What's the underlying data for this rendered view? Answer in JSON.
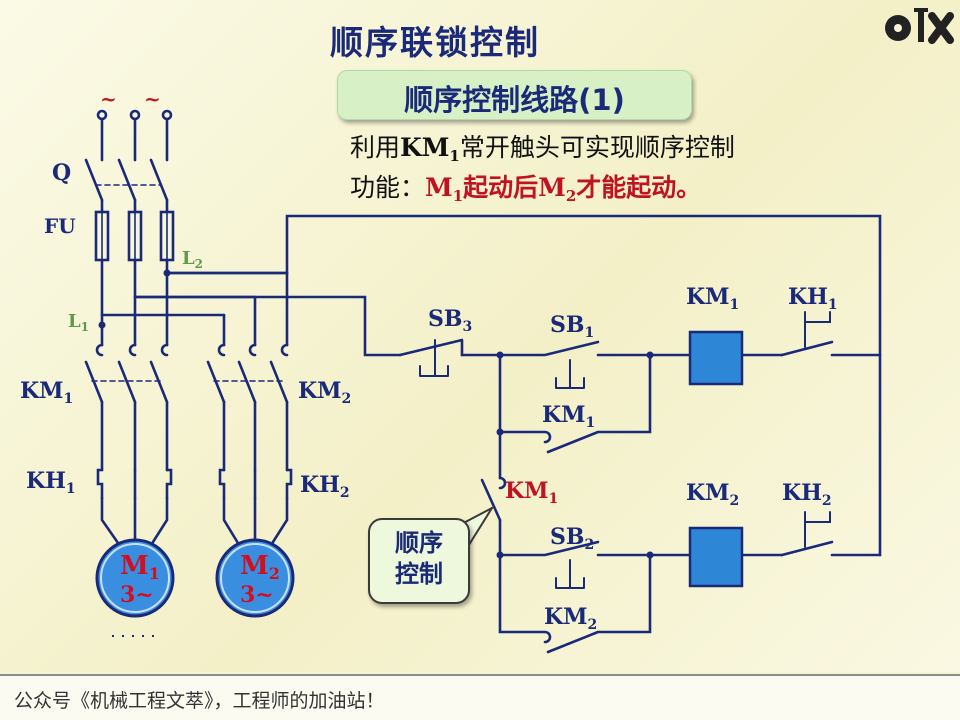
{
  "title": "顺序联锁控制",
  "subtitle": "顺序控制线路(1)",
  "description": {
    "line1": {
      "a": "利用",
      "b": "KM",
      "b_sub": "1",
      "c": "常开触头可实现顺序控制"
    },
    "line2": {
      "a": "功能：",
      "b": "M",
      "b_sub": "1",
      "c": "起动后",
      "d": "M",
      "d_sub": "2",
      "e": "才能起动。"
    }
  },
  "callout": {
    "line1": "顺序",
    "line2": "控制"
  },
  "labels": {
    "Q": "Q",
    "FU": "FU",
    "L2": "L",
    "L2_sub": "2",
    "L1": "L",
    "L1_sub": "1",
    "tilde": "~",
    "KM1_main": "KM",
    "KM1_main_sub": "1",
    "KM2_main": "KM",
    "KM2_main_sub": "2",
    "KH1_main": "KH",
    "KH1_main_sub": "1",
    "KH2_main": "KH",
    "KH2_main_sub": "2",
    "M1": "M",
    "M1_sub": "1",
    "M1_phase": "3~",
    "M2": "M",
    "M2_sub": "2",
    "M2_phase": "3~",
    "SB3": "SB",
    "SB3_sub": "3",
    "SB1": "SB",
    "SB1_sub": "1",
    "SB2": "SB",
    "SB2_sub": "2",
    "KM1_hold": "KM",
    "KM1_hold_sub": "1",
    "KM2_hold": "KM",
    "KM2_hold_sub": "2",
    "KM1_interlock": "KM",
    "KM1_interlock_sub": "1",
    "KM1_coil": "KM",
    "KM1_coil_sub": "1",
    "KM2_coil": "KM",
    "KM2_coil_sub": "2",
    "KH1_ctrl": "KH",
    "KH1_ctrl_sub": "1",
    "KH2_ctrl": "KH",
    "KH2_ctrl_sub": "2"
  },
  "footer": "公众号《机械工程文萃》，工程师的加油站！",
  "colors": {
    "title": "#1a2a78",
    "wire": "#1a2a78",
    "coil_fill": "#2e86d6",
    "motor_fill": "#3a8ee0",
    "highlight": "#c0121f",
    "label_green": "#5f9a4a"
  }
}
